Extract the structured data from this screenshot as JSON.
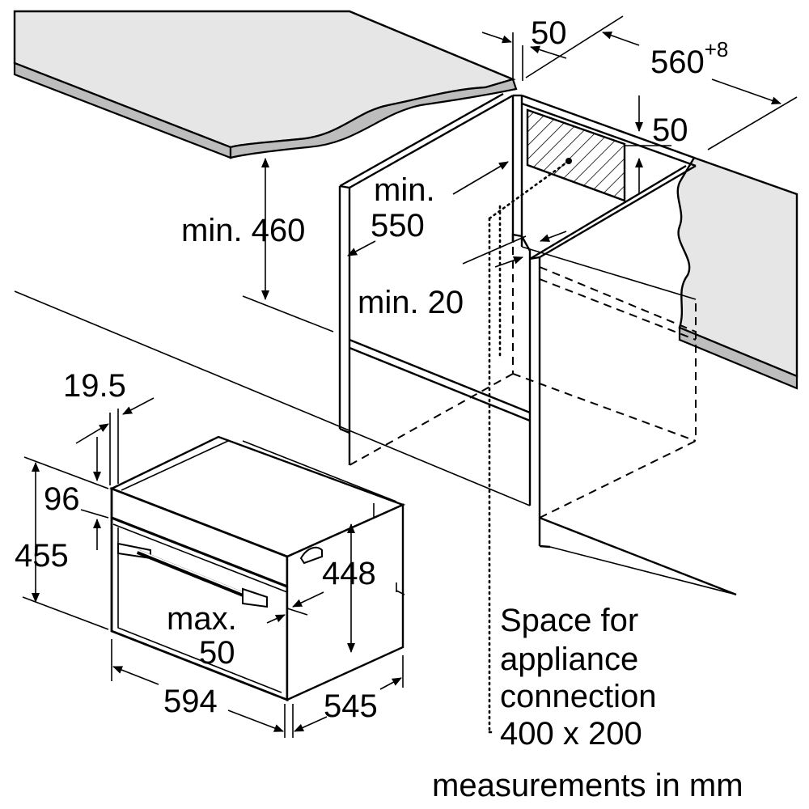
{
  "dimensions": {
    "niche_width": "50",
    "niche_depth": "560",
    "niche_depth_tolerance": "+8",
    "vent_offset": "50",
    "cabinet_depth_min": "min.",
    "cabinet_depth_value": "550",
    "cabinet_height_min": "min. 460",
    "shelf_gap": "min. 20",
    "front_offset": "19.5",
    "top_height": "96",
    "total_height": "455",
    "body_height": "448",
    "handle_max_label": "max.",
    "handle_max_value": "50",
    "width": "594",
    "depth": "545"
  },
  "notes": {
    "connection_line1": "Space for",
    "connection_line2": "appliance",
    "connection_line3": "connection",
    "connection_line4": "400 x 200",
    "units": "measurements in mm"
  }
}
